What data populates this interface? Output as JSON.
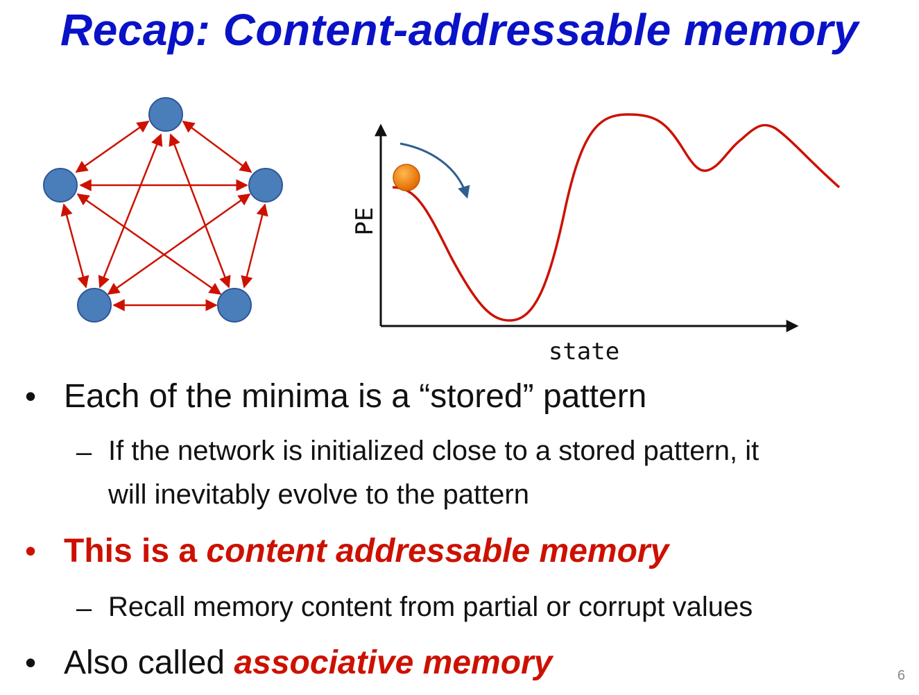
{
  "slide": {
    "title": "Recap: Content-addressable memory",
    "page_number": "6"
  },
  "graph_figure": {
    "node_color": "#4a7ebb",
    "edge_color": "#cc1100"
  },
  "energy_figure": {
    "y_axis_label": "PE",
    "x_axis_label": "state",
    "curve_color": "#cc1100",
    "ball_color": "#f08a00",
    "arrow_color": "#2f5f8f"
  },
  "bullets": {
    "b1_text": "Each of the minima is a “stored” pattern",
    "b1_sub_line1": "If the network is initialized close to a stored pattern, it",
    "b1_sub_line2": "will inevitably evolve to the pattern",
    "b2_prefix": "This is a ",
    "b2_emphasis": "content addressable memory",
    "b2_sub": "Recall memory content from partial or corrupt values",
    "b3_prefix": "Also called ",
    "b3_emphasis": "associative memory",
    "bullet_symbol": "•",
    "dash_symbol": "–"
  }
}
